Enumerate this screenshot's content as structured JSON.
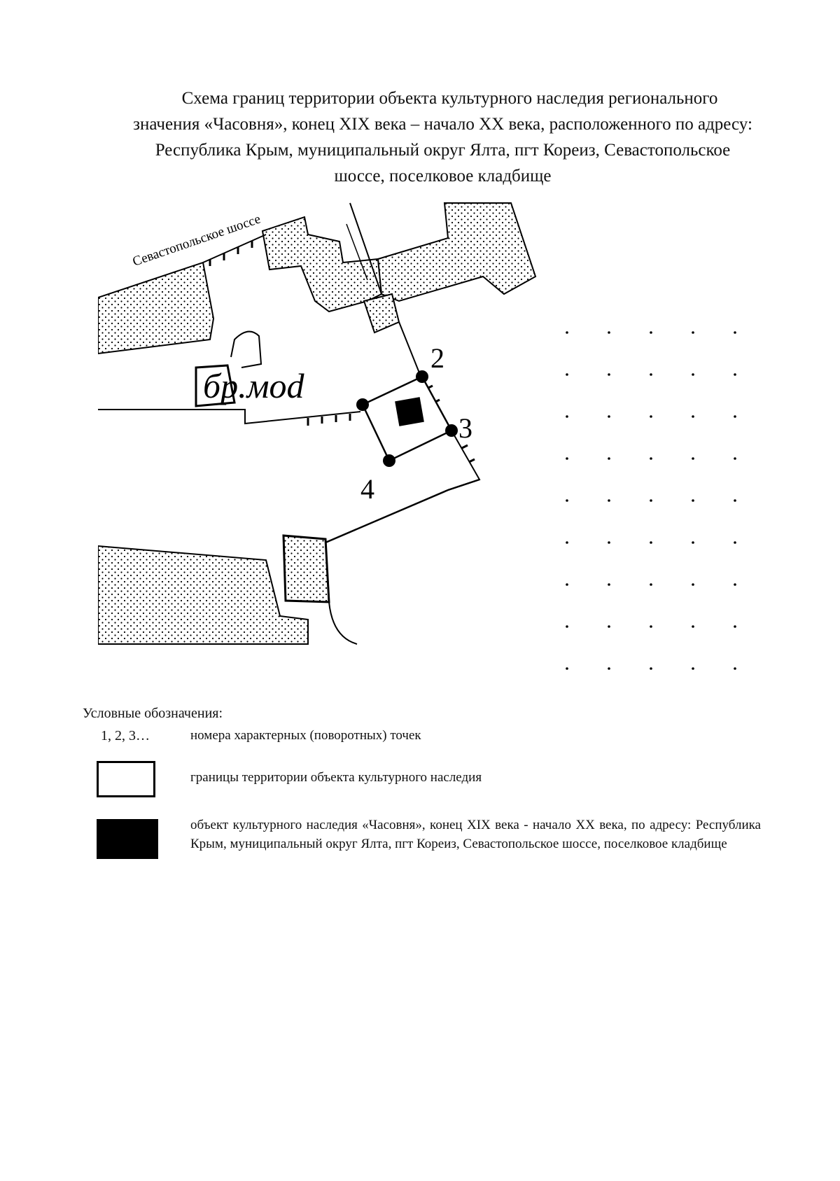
{
  "title": {
    "line1": "Схема границ территории объекта культурного наследия регионального",
    "line2": "значения «Часовня», конец XIX века – начало XX века, расположенного по адресу:",
    "line3": "Республика Крым, муниципальный округ Ялта, пгт Кореиз, Севастопольское",
    "line4": "шоссе, поселковое кладбище"
  },
  "map": {
    "street_label": "Севастопольское шоссе",
    "point_labels": [
      "2",
      "3",
      "4"
    ],
    "building_label": "бр.моd"
  },
  "legend": {
    "heading": "Условные обозначения:",
    "items": [
      {
        "symbol": "1, 2, 3…",
        "text": "номера характерных (поворотных) точек"
      },
      {
        "symbol": "white-box",
        "text": "границы территории объекта культурного наследия"
      },
      {
        "symbol": "black-box",
        "text": "объект культурного наследия «Часовня», конец XIX века - начало XX века, по адресу: Республика Крым, муниципальный округ Ялта, пгт Кореиз, Севастопольское шоссе, поселковое кладбище"
      }
    ]
  }
}
